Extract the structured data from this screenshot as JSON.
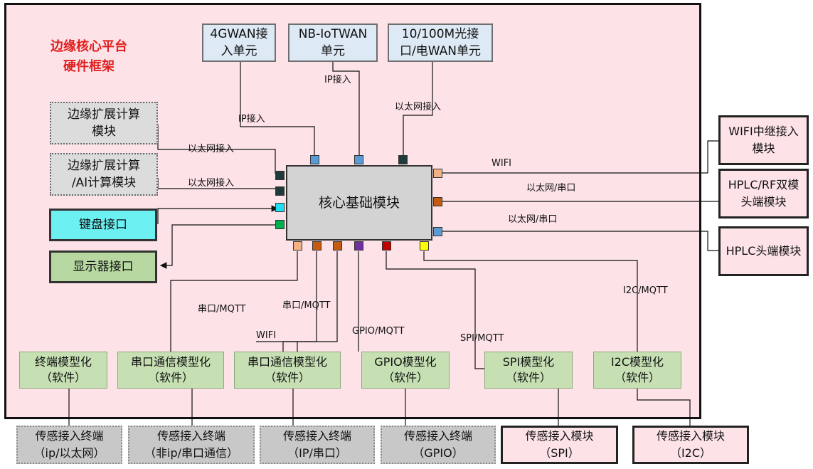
{
  "platform": {
    "title_line1": "边缘核心平台",
    "title_line2": "硬件框架"
  },
  "wan": [
    {
      "line1": "4GWAN接",
      "line2": "入单元"
    },
    {
      "line1": "NB-IoTWAN",
      "line2": "单元"
    },
    {
      "line1": "10/100M光接",
      "line2": "口/电WAN单元"
    }
  ],
  "edge_modules": [
    {
      "line1": "边缘扩展计算",
      "line2": "模块"
    },
    {
      "line1": "边缘扩展计算",
      "line2": "/AI计算模块"
    }
  ],
  "keyboard": "键盘接口",
  "display": "显示器接口",
  "core": "核心基础模块",
  "right_modules": [
    {
      "line1": "WIFI中继接入",
      "line2": "模块"
    },
    {
      "line1": "HPLC/RF双模",
      "line2": "头端模块"
    },
    {
      "line1": "HPLC头端模块",
      "line2": ""
    }
  ],
  "labels": {
    "ip_access_1": "IP接入",
    "ip_access_2": "IP接入",
    "eth_access_top": "以太网接入",
    "eth_access_1": "以太网接入",
    "eth_access_2": "以太网接入",
    "wifi_right": "WIFI",
    "eth_serial_1": "以太网/串口",
    "eth_serial_2": "以太网/串口",
    "serial_mqtt_1": "串口/MQTT",
    "serial_mqtt_2": "串口/MQTT",
    "wifi_bottom": "WIFI",
    "gpio_mqtt": "GPIO/MQTT",
    "spi_mqtt": "SPI/MQTT",
    "i2c_mqtt": "I2C/MQTT"
  },
  "software": [
    {
      "line1": "终端模型化",
      "line2": "（软件）"
    },
    {
      "line1": "串口通信模型化",
      "line2": "（软件）"
    },
    {
      "line1": "串口通信模型化",
      "line2": "（软件）"
    },
    {
      "line1": "GPIO模型化",
      "line2": "（软件）"
    },
    {
      "line1": "SPI模型化",
      "line2": "（软件）"
    },
    {
      "line1": "I2C模型化",
      "line2": "（软件）"
    }
  ],
  "sensors": [
    {
      "line1": "传感接入终端",
      "line2": "（ip/以太网）"
    },
    {
      "line1": "传感接入终端",
      "line2": "（非ip/串口通信）"
    },
    {
      "line1": "传感接入终端",
      "line2": "（IP/串口）"
    },
    {
      "line1": "传感接入终端",
      "line2": "（GPIO）"
    },
    {
      "line1": "传感接入模块",
      "line2": "（SPI）"
    },
    {
      "line1": "传感接入模块",
      "line2": "（I2C）"
    }
  ],
  "colors": {
    "platform_bg": "#fde3e7",
    "title": "#e02020",
    "wan_bg": "#dde9f5",
    "core_bg": "#d3d3d3",
    "software_bg": "#c6e0b4",
    "keyboard_bg": "#6df0f2",
    "display_bg": "#b7d9a1",
    "port_blue": "#5b9bd5",
    "port_dark": "#1f3a3a",
    "port_orange_light": "#f4b183",
    "port_orange": "#c55a11",
    "port_purple": "#7030a0",
    "port_red": "#c00000",
    "port_yellow": "#ffff00",
    "port_cyan": "#1fe0f0",
    "port_green": "#00b050"
  }
}
